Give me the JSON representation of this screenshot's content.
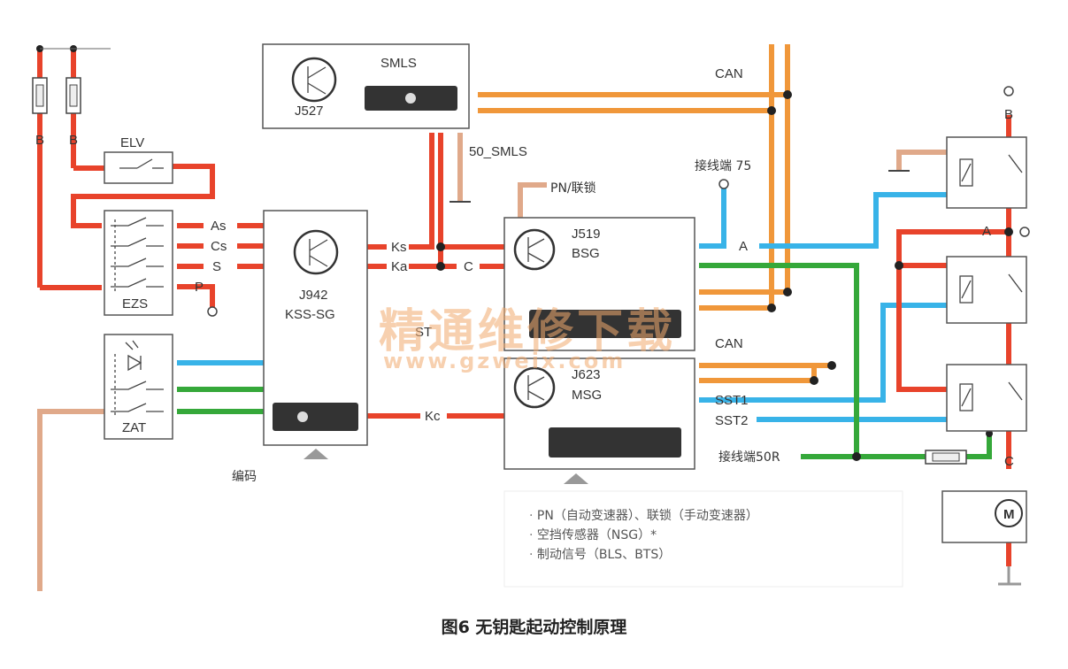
{
  "labels": {
    "smls": "SMLS",
    "j527": "J527",
    "can_top": "CAN",
    "smls50": "50_SMLS",
    "elv": "ELV",
    "b_fuse1": "B",
    "b_fuse2": "B",
    "as": "As",
    "cs": "Cs",
    "s": "S",
    "p": "P",
    "ezs": "EZS",
    "ks": "Ks",
    "ka": "Ka",
    "c_mid": "C",
    "j942": "J942",
    "ksssg": "KSS-SG",
    "pn_lock": "PN/联锁",
    "j519": "J519",
    "bsg": "BSG",
    "term75": "接线端 75",
    "a_bsg": "A",
    "can_mid": "CAN",
    "j623": "J623",
    "msg": "MSG",
    "sst1": "SST1",
    "sst2": "SST2",
    "kc": "Kc",
    "zat": "ZAT",
    "term50r": "接线端50R",
    "coding": "编码",
    "b_right": "B",
    "a_right": "A",
    "c_right": "C",
    "motor": "M",
    "st_partial": "ST"
  },
  "notes": [
    "PN（自动变速器）、联锁（手动变速器）",
    "空挡传感器（NSG）*",
    "制动信号（BLS、BTS）"
  ],
  "caption": "图6  无钥匙起动控制原理",
  "watermark": {
    "main": "精通维修下载",
    "url": "www.gzweix.com"
  },
  "colors": {
    "red": "#e8432b",
    "orange": "#f0973a",
    "tan": "#e0a98a",
    "blue": "#38b3e8",
    "green": "#35a83a",
    "box": "#555555"
  }
}
